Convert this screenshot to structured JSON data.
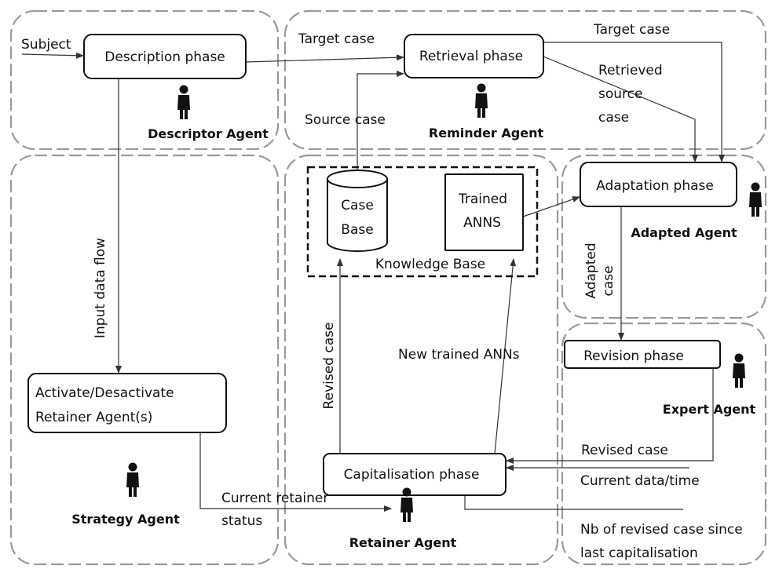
{
  "agents": {
    "descriptor": "Descriptor Agent",
    "reminder": "Reminder Agent",
    "adapted": "Adapted Agent",
    "expert": "Expert Agent",
    "strategy": "Strategy Agent",
    "retainer": "Retainer Agent"
  },
  "phases": {
    "description": "Description phase",
    "retrieval": "Retrieval phase",
    "adaptation": "Adaptation phase",
    "revision": "Revision phase",
    "capitalisation": "Capitalisation phase",
    "activate_line1": "Activate/Desactivate",
    "activate_line2": "Retainer Agent(s)"
  },
  "knowledge_base": {
    "title": "Knowledge Base",
    "case_base_line1": "Case",
    "case_base_line2": "Base",
    "trained_line1": "Trained",
    "trained_line2": "ANNS"
  },
  "flows": {
    "subject": "Subject",
    "target_case_1": "Target case",
    "target_case_2": "Target case",
    "retrieved_line1": "Retrieved",
    "retrieved_line2": "source",
    "retrieved_line3": "case",
    "source_case": "Source case",
    "input_data_flow": "Input data flow",
    "adapted_case_line1": "Adapted",
    "adapted_case_line2": "case",
    "revised_case_vertical": "Revised case",
    "new_trained": "New trained ANNs",
    "revised_case": "Revised case",
    "current_datetime": "Current data/time",
    "nb_revised_line1": "Nb of revised case since",
    "nb_revised_line2": "last capitalisation",
    "current_retainer_line1": "Current retainer",
    "current_retainer_line2": "status"
  }
}
